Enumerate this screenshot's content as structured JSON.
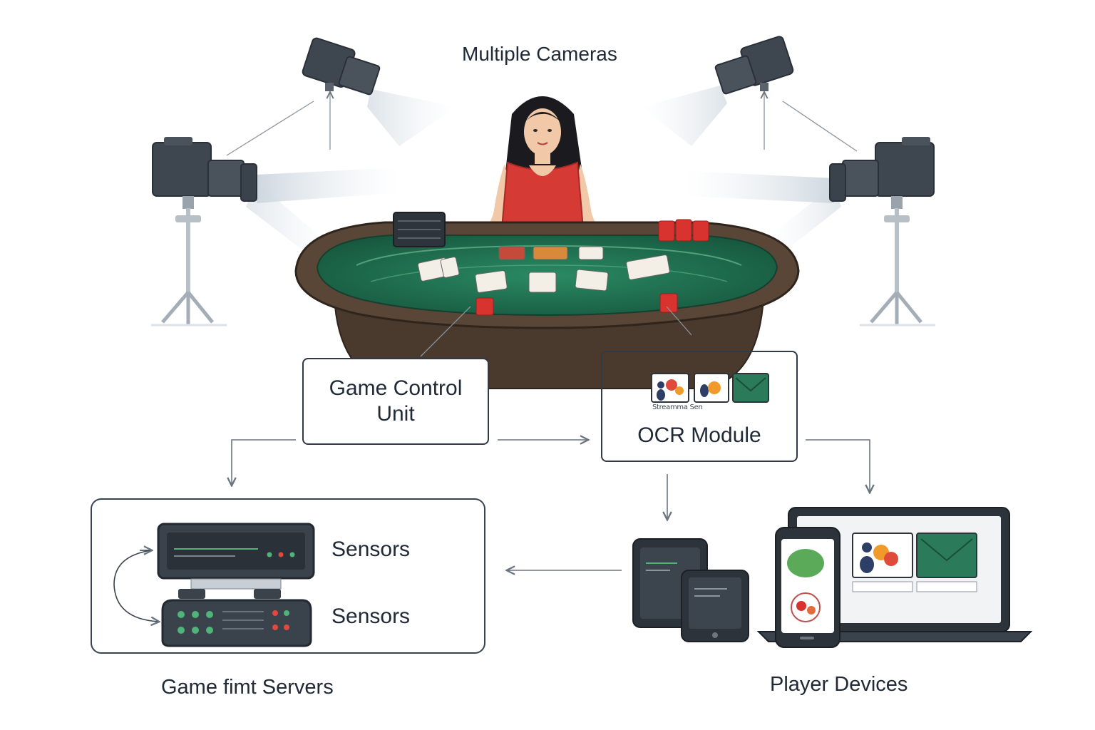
{
  "title": "Multiple Cameras",
  "nodes": {
    "game_control_unit": {
      "line1": "Game Control",
      "line2": "Unit"
    },
    "ocr_module": {
      "label": "OCR Module",
      "thumb_caption_a": "Streamma Sen",
      "thumb_caption_b": "ʹ"
    },
    "sensors_panel": {
      "label_top": "Sensors",
      "label_bottom": "Sensors"
    },
    "player_devices": {
      "label": "Player Devices"
    },
    "game_servers": {
      "label": "Game fimt Servers"
    }
  },
  "colors": {
    "stroke": "#2f3a46",
    "felt": "#1f6e4f",
    "table_wood": "#4a3a2e",
    "dealer_top": "#d63a35",
    "camera": "#3e4650",
    "device": "#2d333b",
    "screen_green": "#2b7a5a",
    "chip_red": "#d8332f",
    "accent_orange": "#f09a2b"
  },
  "icons": [
    "camera-icon",
    "tripod-icon",
    "dealer-figure",
    "card-shoe-icon",
    "chip-stack-icon",
    "playing-card-icon",
    "server-unit-icon",
    "tablet-icon",
    "phone-icon",
    "laptop-icon",
    "arrow-icon"
  ]
}
